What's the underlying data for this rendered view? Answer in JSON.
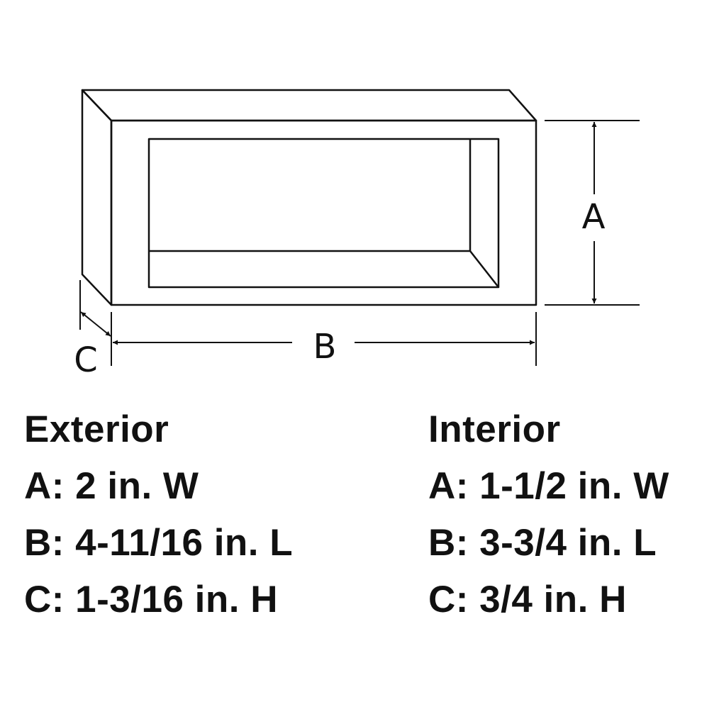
{
  "diagram": {
    "labels": {
      "a": "A",
      "b": "B",
      "c": "C"
    }
  },
  "exterior": {
    "title": "Exterior",
    "lines": [
      "A: 2 in. W",
      "B: 4-11/16 in. L",
      "C: 1-3/16 in. H"
    ]
  },
  "interior": {
    "title": "Interior",
    "lines": [
      "A: 1-1/2 in. W",
      "B: 3-3/4 in. L",
      "C: 3/4 in. H"
    ]
  }
}
